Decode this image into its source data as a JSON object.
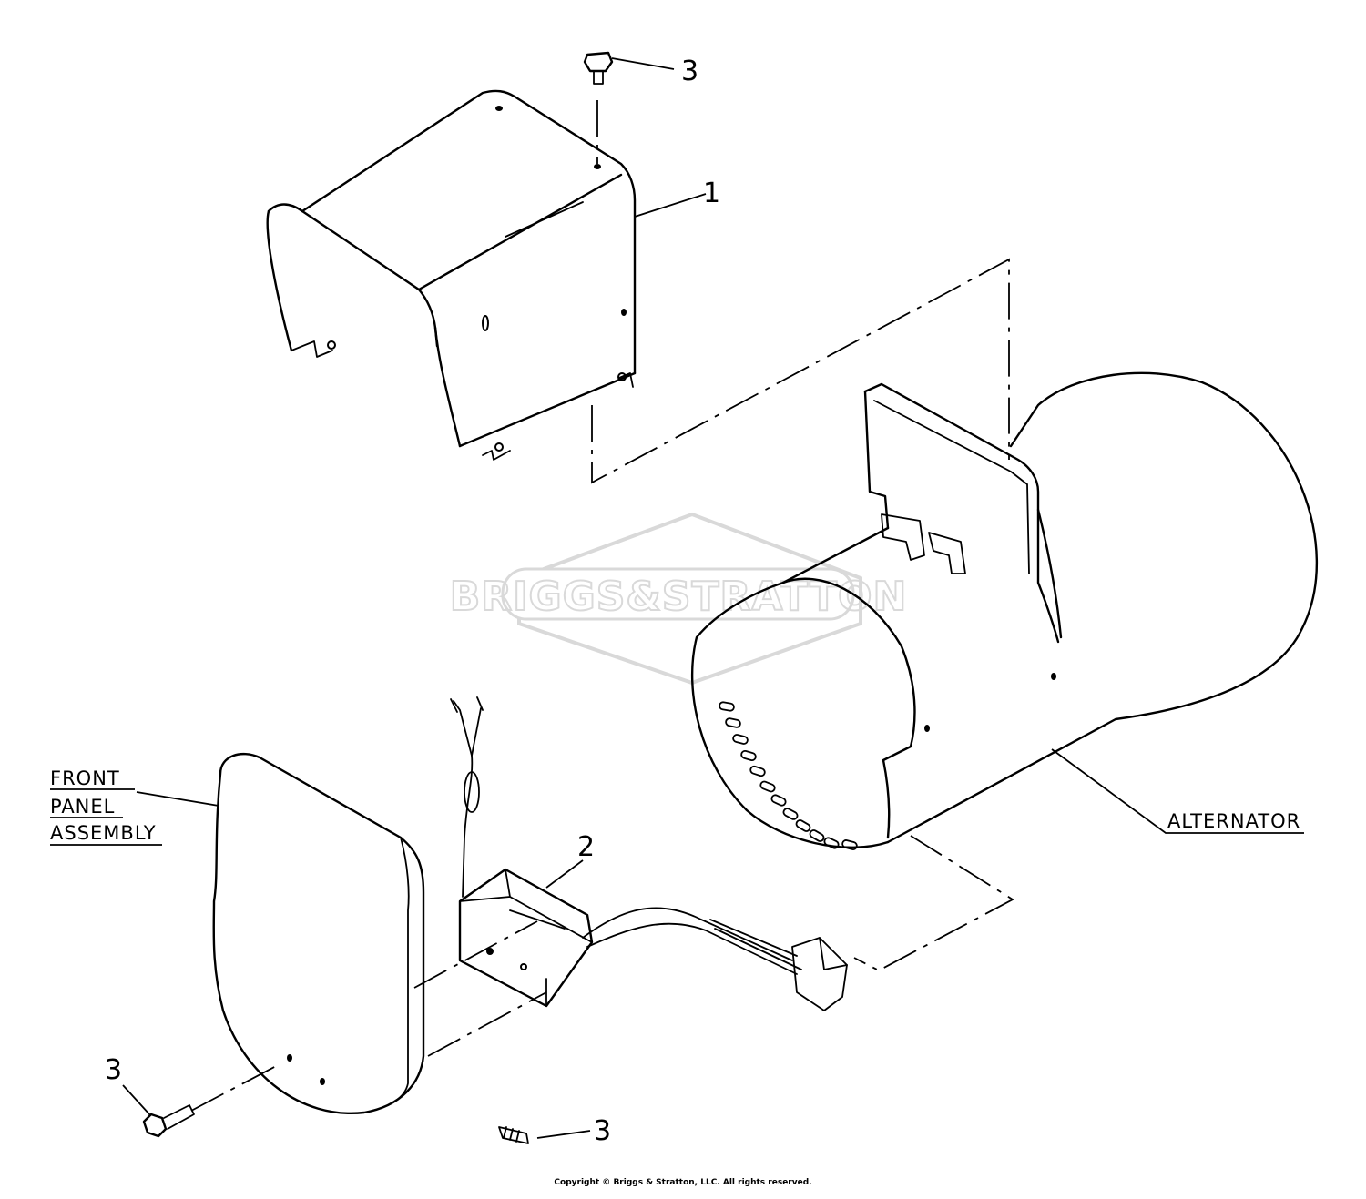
{
  "diagram": {
    "callouts": {
      "cover_screw": "3",
      "cover": "1",
      "module": "2",
      "bolt_left": "3",
      "screw_bottom": "3"
    },
    "labels": {
      "front_panel_line1": "FRONT",
      "front_panel_line2": "PANEL",
      "front_panel_line3": "ASSEMBLY",
      "alternator": "ALTERNATOR"
    },
    "watermark": "BRIGGS&STRATTON",
    "copyright": "Copyright © Briggs & Stratton, LLC. All rights reserved."
  }
}
